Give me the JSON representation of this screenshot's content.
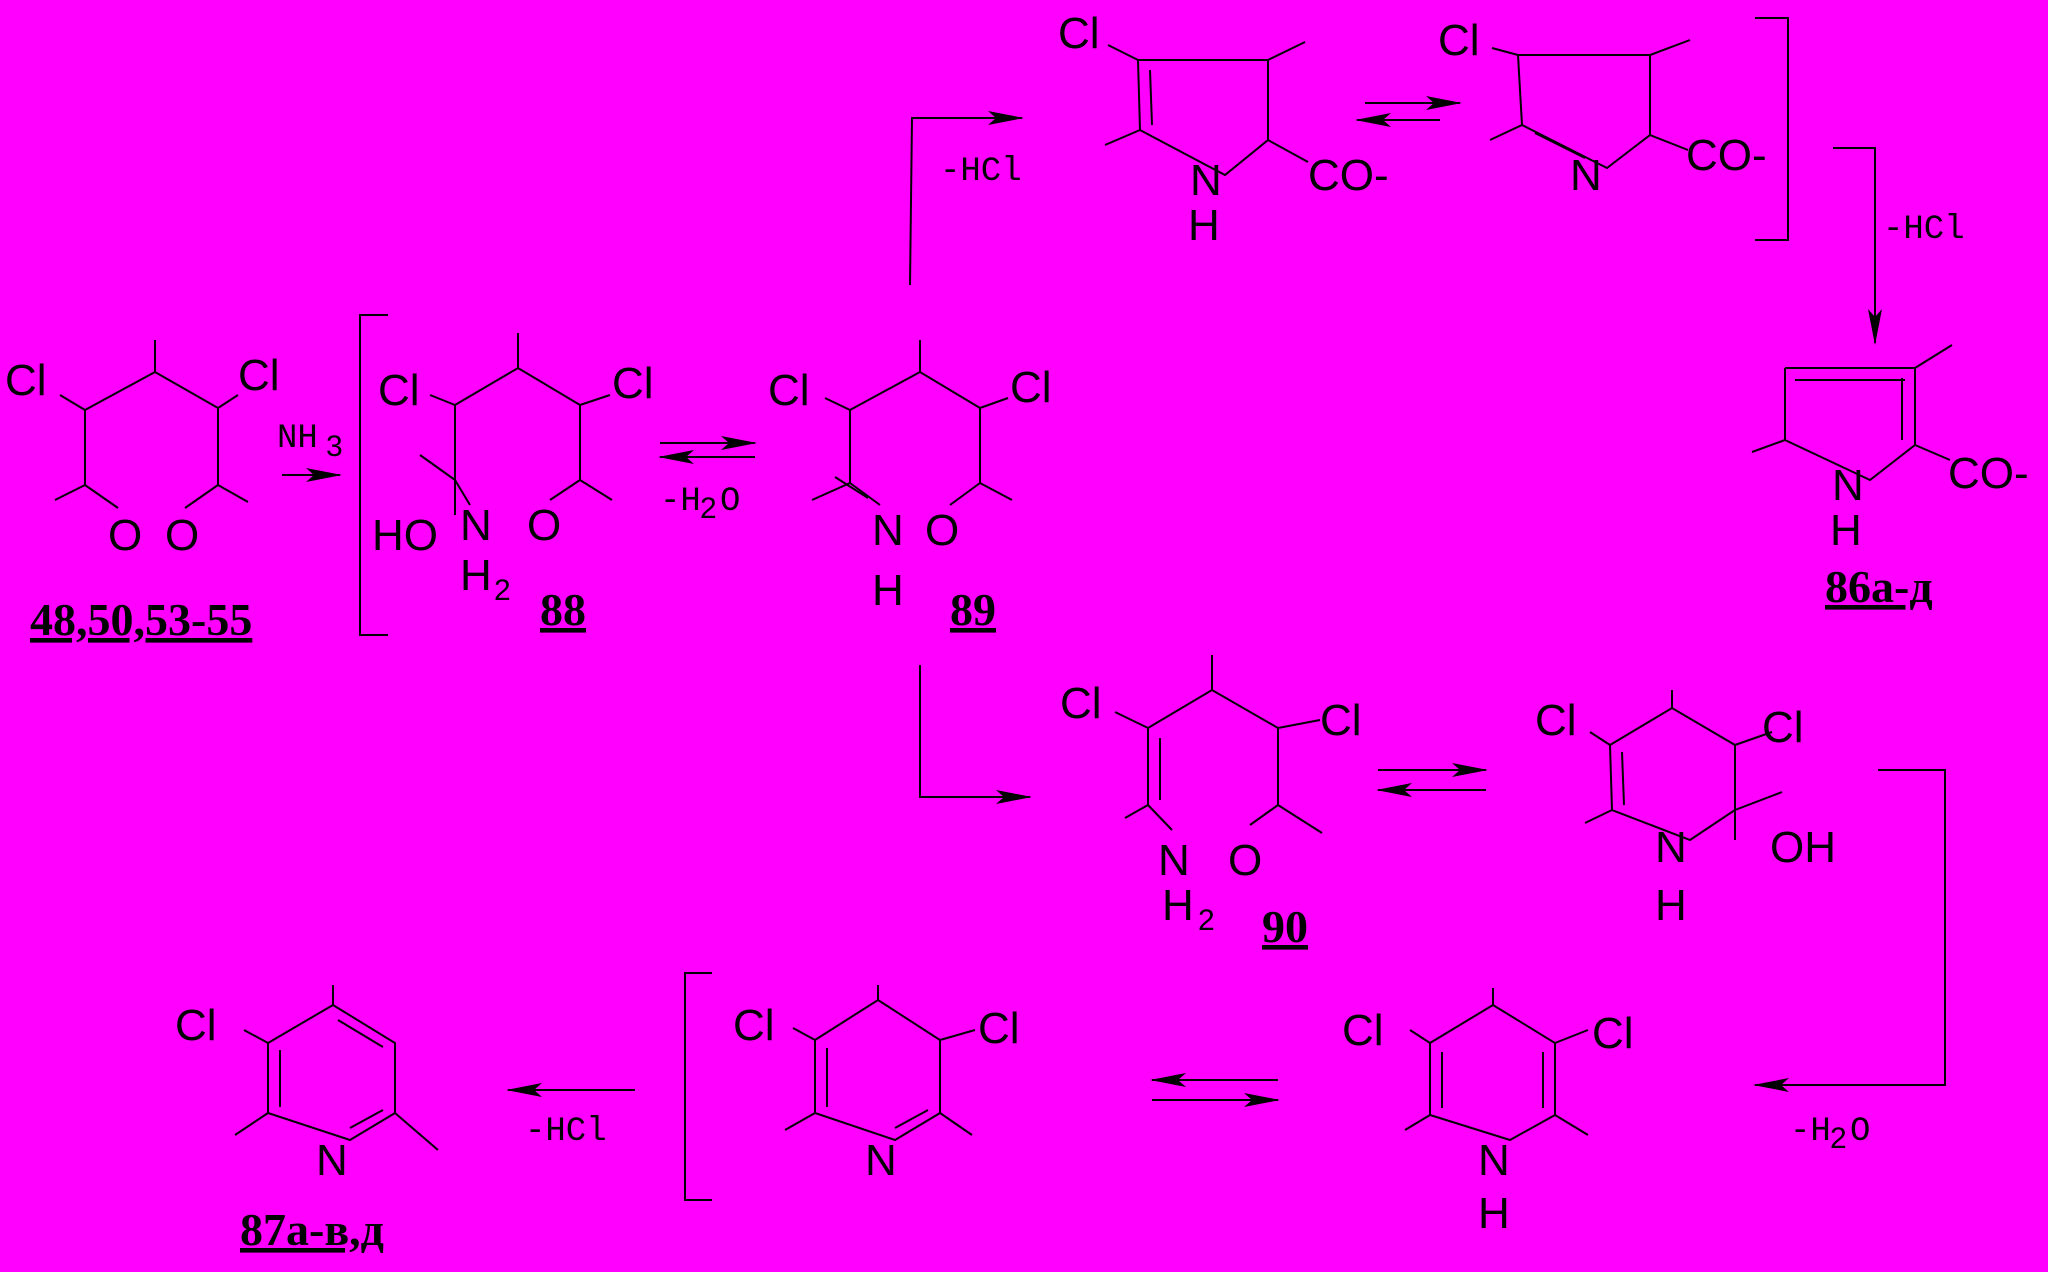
{
  "colors": {
    "background": "#ff00ff",
    "ink": "#000000"
  },
  "atoms": {
    "cl": "Cl",
    "o": "O",
    "n": "N",
    "h": "H",
    "ho": "HO",
    "oh": "OH",
    "co": "CO-"
  },
  "conditions": {
    "nh3": "NH",
    "nh3_sub": "3",
    "minus_h2o": "-H",
    "h2o_sub": "2",
    "h2o_tail": "O",
    "minus_hcl": "-HCl"
  },
  "compounds": {
    "c48": "48,50,53-55",
    "c88": "88",
    "c89": "89",
    "c90": "90",
    "c86": "86а-д",
    "c87": "87а-в,д"
  }
}
